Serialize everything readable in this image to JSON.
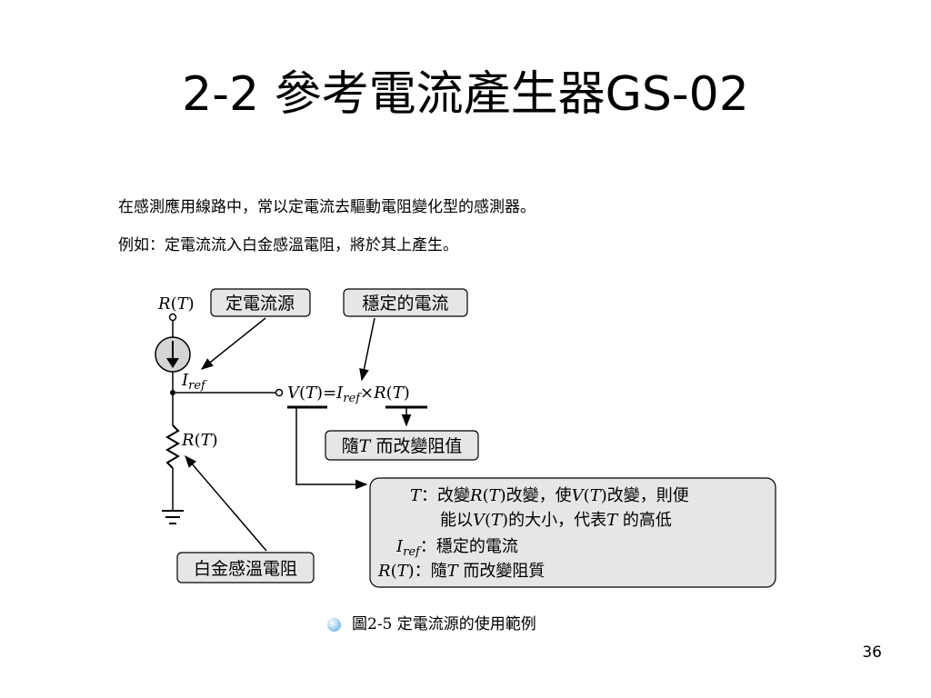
{
  "slide": {
    "title": "2-2 參考電流產生器GS-02",
    "body_lines": [
      "在感測應用線路中，常以定電流去驅動電阻變化型的感測器。",
      "例如：定電流流入白金感溫電阻，將於其上產生。"
    ],
    "caption": "圖2-5 定電流源的使用範例",
    "page_number": "36"
  },
  "diagram": {
    "node_label_top": {
      "base": "R",
      "paren_open": "(",
      "var": "T",
      "paren_close": ")"
    },
    "current_label": {
      "base": "I",
      "sub": "ref"
    },
    "resistor_label": {
      "base": "R",
      "paren_open": "(",
      "var": "T",
      "paren_close": ")"
    },
    "equation": {
      "v": "V",
      "p1": "(",
      "t1": "T",
      "p2": ")=",
      "i": "I",
      "sub": "ref",
      "times": "×",
      "r": "R",
      "p3": "(",
      "t2": "T",
      "p4": ")"
    },
    "callouts": {
      "constant_current_source": "定電流源",
      "stable_current": "穩定的電流",
      "platinum_resistor": "白金感溫電阻",
      "resistance_varies": {
        "pre": "隨",
        "var": "T",
        "post": " 而改變阻值"
      }
    },
    "explanation": {
      "row1": {
        "var": "T",
        "text": "：改變",
        "r": "R",
        "p1": "(",
        "t": "T",
        "p2": ")改變，使",
        "v": "V",
        "p3": "(",
        "t2": "T",
        "p4": ")改變，則便"
      },
      "row2": {
        "pre": "能以",
        "v": "V",
        "p1": "(",
        "t": "T",
        "p2": ")的大小，代表",
        "t3": "T",
        "post": " 的高低"
      },
      "row3": {
        "i": "I",
        "sub": "ref",
        "text": "：穩定的電流"
      },
      "row4": {
        "r": "R",
        "p1": "(",
        "t": "T",
        "p2": ")",
        "pre": "：隨",
        "t2": "T",
        "post": " 而改變阻質"
      }
    }
  },
  "colors": {
    "box_fill": "#e6e6e6",
    "source_fill": "#d4d4d4",
    "line": "#000000",
    "bullet": "#4f9fd8"
  }
}
